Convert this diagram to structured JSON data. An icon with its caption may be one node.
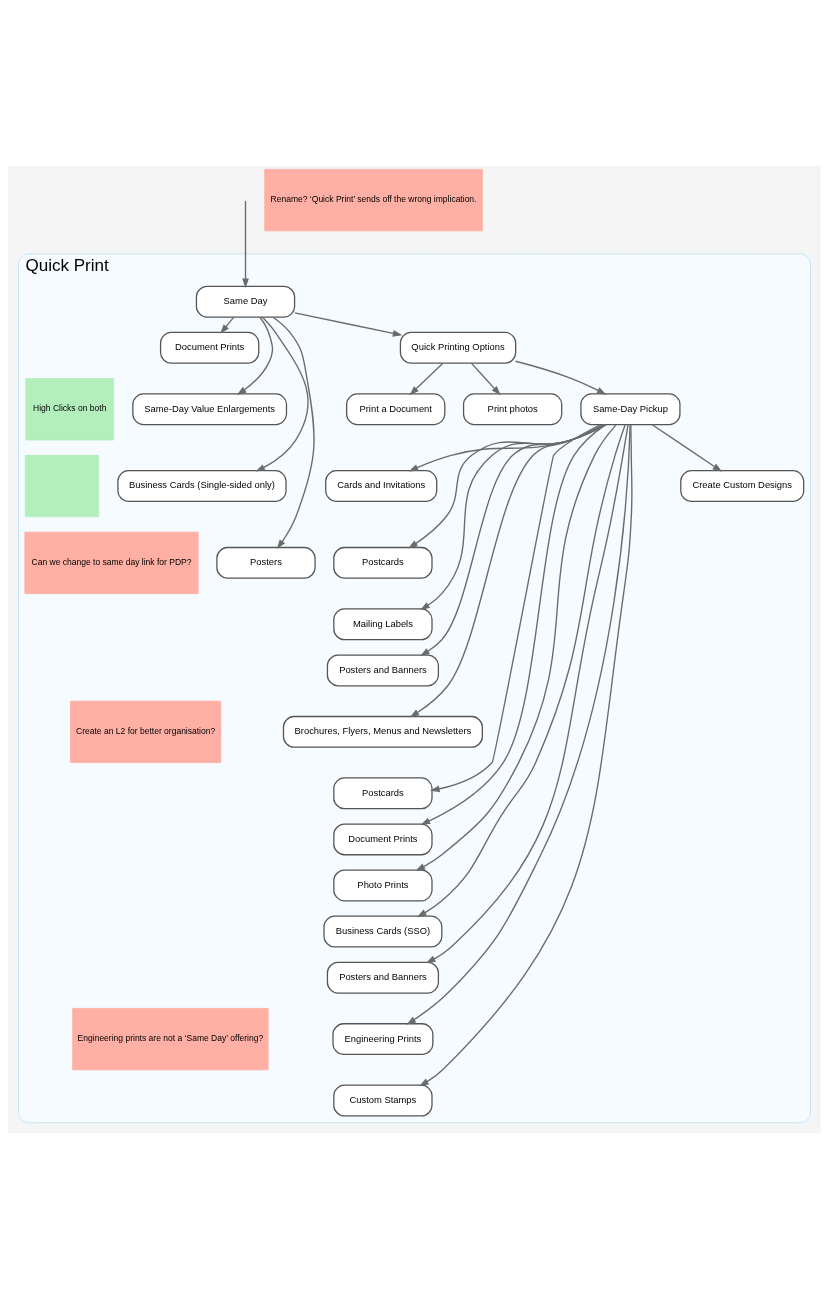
{
  "diagram": {
    "nodes": [
      {
        "text": [
          "Quick Print"
        ]
      },
      {
        "text": [
          "Rename? ‘Quick Print’ sends off the wrong implication."
        ]
      },
      {
        "text": [
          "Same Day"
        ],
        "in": 0
      },
      {
        "text": [
          "Document Prints"
        ],
        "in": 0
      },
      {
        "text": [
          "Same-Day Value Enlargements"
        ],
        "in": 0
      },
      {
        "text": [
          "Business Cards (Single-sided only)"
        ],
        "in": 0
      },
      {
        "text": [
          "Posters"
        ],
        "in": 0
      },
      {
        "text": [
          "Quick Printing Options"
        ],
        "in": 0
      },
      {
        "text": [
          "Print a Document"
        ],
        "in": 0
      },
      {
        "text": [
          "Print photos"
        ],
        "in": 0
      },
      {
        "text": [
          "High Clicks on both"
        ],
        "in": 0
      },
      {
        "text": [
          "Same-Day Pickup"
        ],
        "in": 0
      },
      {
        "text": [
          "Cards and Invitations"
        ],
        "in": 0
      },
      {
        "text": [
          "Postcards"
        ],
        "in": 0
      },
      {
        "text": [
          "Can we change to same day link for PDP?"
        ],
        "in": 0
      },
      {
        "text": [
          "Mailing Labels"
        ],
        "in": 0
      },
      {
        "text": [
          "Posters and Banners"
        ],
        "in": 0
      },
      {
        "text": [
          "Create an L2 for better organisation?"
        ],
        "in": 0
      },
      {
        "text": [
          "Brochures, Flyers, Menus and Newsletters"
        ],
        "in": 0
      },
      {
        "text": [
          "Postcards"
        ],
        "in": 0
      },
      {
        "text": [
          "Document Prints"
        ],
        "in": 0
      },
      {
        "text": [
          "Photo Prints"
        ],
        "in": 0
      },
      {
        "text": [
          "Business Cards (SSO)"
        ],
        "in": 0
      },
      {
        "text": [
          "Posters and Banners"
        ],
        "in": 0
      },
      {
        "text": [
          "Engineering prints are not a ‘Same Day’ offering?"
        ],
        "in": 0
      },
      {
        "text": [
          "Engineering Prints"
        ],
        "in": 0
      },
      {
        "text": [
          "Custom Stamps"
        ],
        "in": 0
      },
      {
        "text": [
          "Create Custom Designs"
        ],
        "in": 0
      },
      {
        "text": [],
        "shape": "box",
        "in": 0
      }
    ],
    "edges": [
      {
        "from": null,
        "to": 2,
        "arrow": "to"
      },
      {
        "from": 2,
        "to": 3,
        "arrow": "to"
      },
      {
        "from": 2,
        "to": 4,
        "arrow": "to"
      },
      {
        "from": 2,
        "to": 5,
        "arrow": "to"
      },
      {
        "from": 2,
        "to": 6,
        "arrow": "to"
      },
      {
        "from": 2,
        "to": 7,
        "arrow": "to"
      },
      {
        "from": 7,
        "to": 8,
        "arrow": "to"
      },
      {
        "from": 7,
        "to": 9,
        "arrow": "to"
      },
      {
        "from": 7,
        "to": 11,
        "arrow": "to"
      },
      {
        "from": 11,
        "to": 12,
        "arrow": "to"
      },
      {
        "from": 11,
        "to": 13,
        "arrow": "to"
      },
      {
        "from": 11,
        "to": 15,
        "arrow": "to"
      },
      {
        "from": 11,
        "to": 16,
        "arrow": "to"
      },
      {
        "from": 11,
        "to": 18,
        "arrow": "to"
      },
      {
        "from": 11,
        "to": 19,
        "arrow": "to"
      },
      {
        "from": 11,
        "to": 20,
        "arrow": "to"
      },
      {
        "from": 11,
        "to": 21,
        "arrow": "to"
      },
      {
        "from": 11,
        "to": 22,
        "arrow": "to"
      },
      {
        "from": 11,
        "to": 23,
        "arrow": "to"
      },
      {
        "from": 11,
        "to": 25,
        "arrow": "to"
      },
      {
        "from": 11,
        "to": 26,
        "arrow": "to"
      },
      {
        "from": 11,
        "to": 27,
        "arrow": "to"
      }
    ]
  }
}
